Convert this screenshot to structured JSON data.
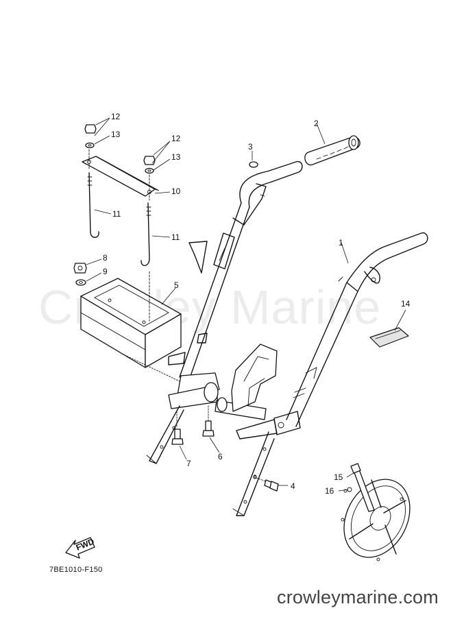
{
  "watermark": "Crowley Marine",
  "diagram_code": "7BE1010-F150",
  "site_footer": "crowleymarine.com",
  "fwd_label": "FWD",
  "callouts": {
    "c1": "1",
    "c2": "2",
    "c3": "3",
    "c4": "4",
    "c5": "5",
    "c6": "6",
    "c7": "7",
    "c8": "8",
    "c9": "9",
    "c10": "10",
    "c11a": "11",
    "c11b": "11",
    "c12a": "12",
    "c12b": "12",
    "c13a": "13",
    "c13b": "13",
    "c14": "14",
    "c15": "15",
    "c16": "16"
  }
}
